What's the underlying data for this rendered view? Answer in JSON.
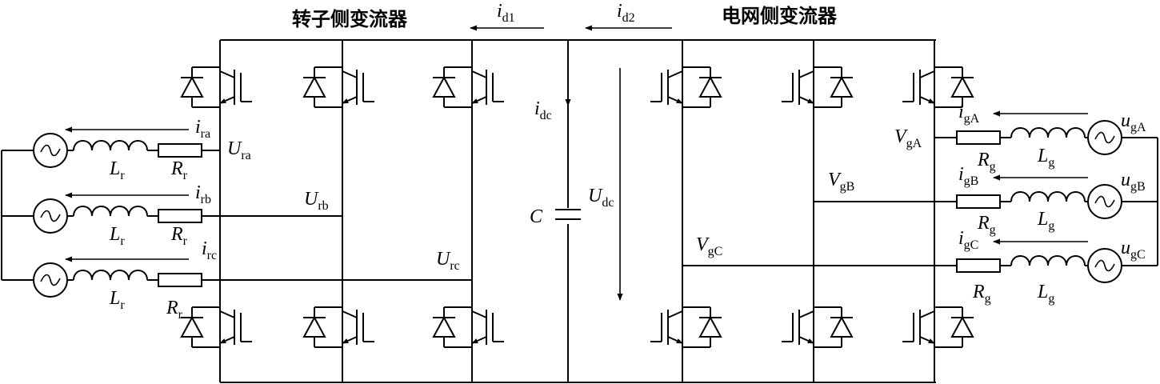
{
  "titles": {
    "rotor": "转子侧变流器",
    "grid": "电网侧变流器"
  },
  "currents": {
    "id1": {
      "sym": "i",
      "sub": "d1"
    },
    "id2": {
      "sym": "i",
      "sub": "d2"
    },
    "idc": {
      "sym": "i",
      "sub": "dc"
    }
  },
  "dclink": {
    "cap": "C",
    "udc": {
      "sym": "U",
      "sub": "dc"
    }
  },
  "rotor_side": {
    "phases": [
      {
        "current": {
          "sym": "i",
          "sub": "ra"
        },
        "voltage": {
          "sym": "U",
          "sub": "ra"
        },
        "L": {
          "sym": "L",
          "sub": "r"
        },
        "R": {
          "sym": "R",
          "sub": "r"
        }
      },
      {
        "current": {
          "sym": "i",
          "sub": "rb"
        },
        "voltage": {
          "sym": "U",
          "sub": "rb"
        },
        "L": {
          "sym": "L",
          "sub": "r"
        },
        "R": {
          "sym": "R",
          "sub": "r"
        }
      },
      {
        "current": {
          "sym": "i",
          "sub": "rc"
        },
        "voltage": {
          "sym": "U",
          "sub": "rc"
        },
        "L": {
          "sym": "L",
          "sub": "r"
        },
        "R": {
          "sym": "R",
          "sub": "r"
        }
      }
    ]
  },
  "grid_side": {
    "phases": [
      {
        "current": {
          "sym": "i",
          "sub": "gA"
        },
        "voltage": {
          "sym": "V",
          "sub": "gA"
        },
        "source": {
          "sym": "u",
          "sub": "gA"
        },
        "L": {
          "sym": "L",
          "sub": "g"
        },
        "R": {
          "sym": "R",
          "sub": "g"
        }
      },
      {
        "current": {
          "sym": "i",
          "sub": "gB"
        },
        "voltage": {
          "sym": "V",
          "sub": "gB"
        },
        "source": {
          "sym": "u",
          "sub": "gB"
        },
        "L": {
          "sym": "L",
          "sub": "g"
        },
        "R": {
          "sym": "R",
          "sub": "g"
        }
      },
      {
        "current": {
          "sym": "i",
          "sub": "gC"
        },
        "voltage": {
          "sym": "V",
          "sub": "gC"
        },
        "source": {
          "sym": "u",
          "sub": "gC"
        },
        "L": {
          "sym": "L",
          "sub": "g"
        },
        "R": {
          "sym": "R",
          "sub": "g"
        }
      }
    ]
  }
}
